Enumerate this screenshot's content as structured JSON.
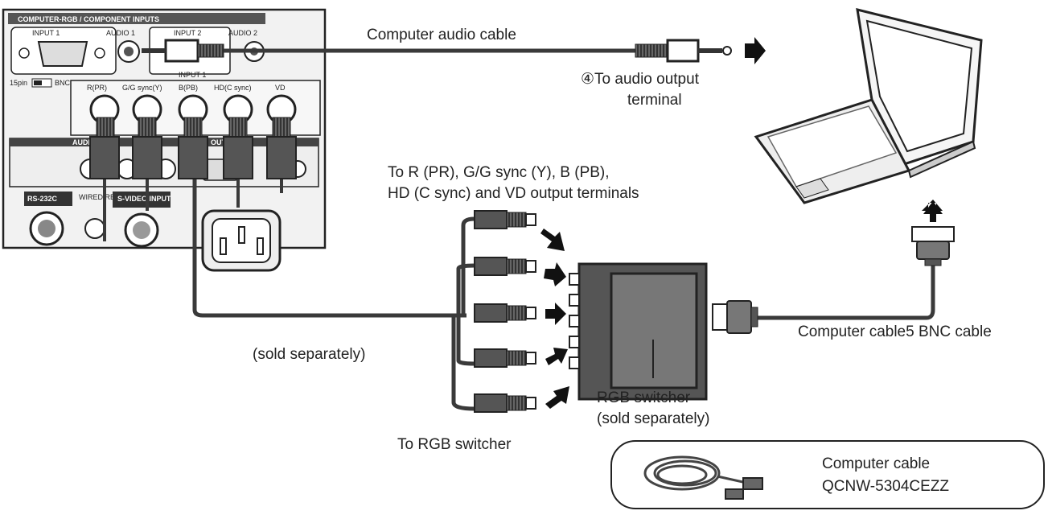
{
  "labels": {
    "computer_audio_cable": "Computer audio cable",
    "audio_output_step": "④To audio output",
    "audio_output_terminal": "terminal",
    "output_terminals_line1": "To R (PR), G/G sync (Y), B (PB),",
    "output_terminals_line2": "HD (C sync) and VD output terminals",
    "sold_separately": "(sold separately)",
    "to_rgb_switcher": "To RGB switcher",
    "rgb_switcher_line1": "RGB switcher",
    "rgb_switcher_line2": "(sold separately)",
    "computer_cable_bnc": "Computer cable5 BNC cable",
    "accessory_name": "Computer cable",
    "accessory_part": "QCNW-5304CEZZ"
  },
  "panel": {
    "header": "COMPUTER-RGB / COMPONENT INPUTS",
    "input1": "INPUT 1",
    "audio1": "AUDIO 1",
    "input2": "INPUT 2",
    "audio2": "AUDIO 2",
    "switch_left": "15pin",
    "switch_right": "BNC",
    "input1_bnc": "INPUT 1",
    "bnc_labels": [
      "R(PR)",
      "G/G sync(Y)",
      "B(PB)",
      "HD(C sync)",
      "VD"
    ],
    "rs232c": "RS-232C",
    "wired_remote": "WIRED REMOTE",
    "svideo_input": "S-VIDEO INPUT",
    "audio_out": "AUDIO",
    "out_label": "OUTPUT"
  },
  "colors": {
    "line": "#222222",
    "panel": "#f2f2f2",
    "cable": "#3a3a3a",
    "connector": "#555555"
  }
}
